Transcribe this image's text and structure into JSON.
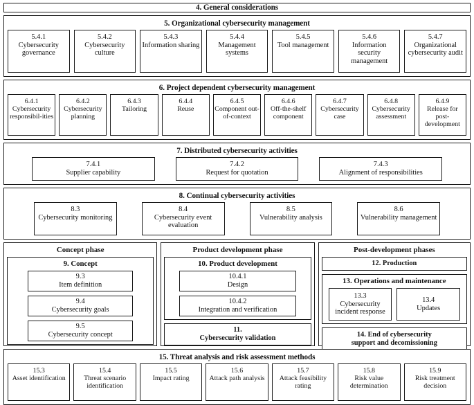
{
  "clause4": {
    "title": "4. General considerations"
  },
  "clause5": {
    "title": "5. Organizational cybersecurity management",
    "boxes": [
      {
        "num": "5.4.1",
        "label": "Cybersecurity governance"
      },
      {
        "num": "5.4.2",
        "label": "Cybersecurity culture"
      },
      {
        "num": "5.4.3",
        "label": "Information sharing"
      },
      {
        "num": "5.4.4",
        "label": "Management systems"
      },
      {
        "num": "5.4.5",
        "label": "Tool management"
      },
      {
        "num": "5.4.6",
        "label": "Information security management"
      },
      {
        "num": "5.4.7",
        "label": "Organizational cybersecurity audit"
      }
    ]
  },
  "clause6": {
    "title": "6. Project dependent cybersecurity management",
    "boxes": [
      {
        "num": "6.4.1",
        "label": "Cybersecurity responsibil-ities"
      },
      {
        "num": "6.4.2",
        "label": "Cybersecurity planning"
      },
      {
        "num": "6.4.3",
        "label": "Tailoring"
      },
      {
        "num": "6.4.4",
        "label": "Reuse"
      },
      {
        "num": "6.4.5",
        "label": "Component out-of-context"
      },
      {
        "num": "6.4.6",
        "label": "Off-the-shelf component"
      },
      {
        "num": "6.4.7",
        "label": "Cybersecurity case"
      },
      {
        "num": "6.4.8",
        "label": "Cybersecurity assessment"
      },
      {
        "num": "6.4.9",
        "label": "Release for post-development"
      }
    ]
  },
  "clause7": {
    "title": "7. Distributed cybersecurity activities",
    "boxes": [
      {
        "num": "7.4.1",
        "label": "Supplier capability"
      },
      {
        "num": "7.4.2",
        "label": "Request for quotation"
      },
      {
        "num": "7.4.3",
        "label": "Alignment of responsibilities"
      }
    ]
  },
  "clause8": {
    "title": "8. Continual cybersecurity activities",
    "boxes": [
      {
        "num": "8.3",
        "label": "Cybersecurity monitoring"
      },
      {
        "num": "8.4",
        "label": "Cybersecurity event evaluation"
      },
      {
        "num": "8.5",
        "label": "Vulnerability analysis"
      },
      {
        "num": "8.6",
        "label": "Vulnerability management"
      }
    ]
  },
  "phases": {
    "concept": {
      "title": "Concept phase",
      "subclause_title": "9. Concept",
      "boxes": [
        {
          "num": "9.3",
          "label": "Item definition"
        },
        {
          "num": "9.4",
          "label": "Cybersecurity goals"
        },
        {
          "num": "9.5",
          "label": "Cybersecurity concept"
        }
      ]
    },
    "product": {
      "title": "Product development phase",
      "subclause_title": "10. Product development",
      "boxes": [
        {
          "num": "10.4.1",
          "label": "Design"
        },
        {
          "num": "10.4.2",
          "label": "Integration and verification"
        }
      ],
      "validation": {
        "num": "11.",
        "label": "Cybersecurity validation"
      }
    },
    "post": {
      "title": "Post-development phases",
      "production": {
        "num": "12. Production",
        "label": ""
      },
      "subclause_title": "13. Operations and maintenance",
      "boxes": [
        {
          "num": "13.3",
          "label": "Cybersecurity incident response"
        },
        {
          "num": "13.4",
          "label": "Updates"
        }
      ],
      "eol": {
        "num": "14. End of cybersecurity",
        "label": "support and decomissioning"
      }
    }
  },
  "clause15": {
    "title": "15. Threat analysis and risk assessment methods",
    "boxes": [
      {
        "num": "15.3",
        "label": "Asset identification"
      },
      {
        "num": "15.4",
        "label": "Threat scenario identification"
      },
      {
        "num": "15.5",
        "label": "Impact rating"
      },
      {
        "num": "15.6",
        "label": "Attack path analysis"
      },
      {
        "num": "15.7",
        "label": "Attack feasibility rating"
      },
      {
        "num": "15.8",
        "label": "Risk value determination"
      },
      {
        "num": "15.9",
        "label": "Risk treatment decision"
      }
    ]
  },
  "colors": {
    "border": "#1a1a1a",
    "background": "#ffffff",
    "text": "#111111"
  }
}
